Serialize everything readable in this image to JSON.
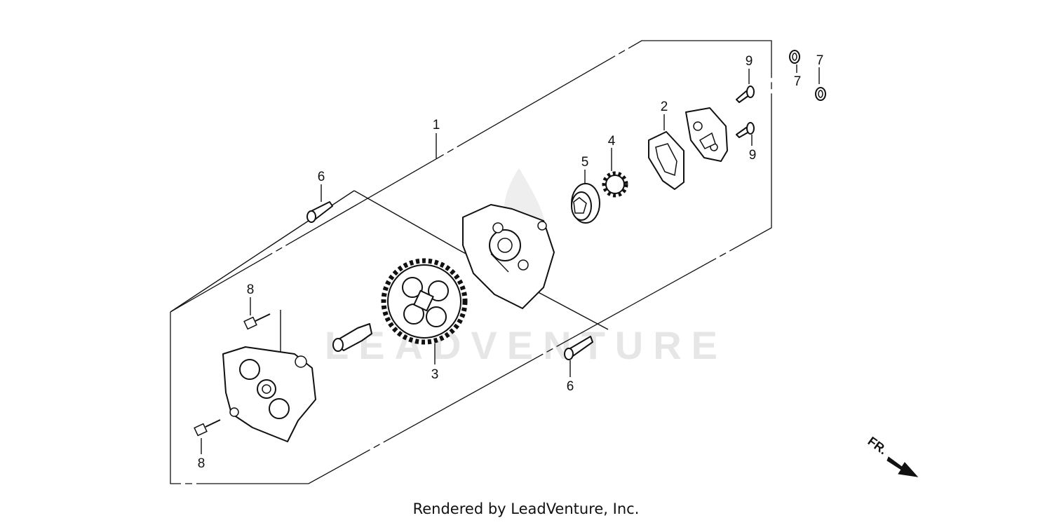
{
  "watermark": {
    "text": "LEADVENTURE"
  },
  "callouts": {
    "c1": "1",
    "c2": "2",
    "c3": "3",
    "c4": "4",
    "c5": "5",
    "c6a": "6",
    "c6b": "6",
    "c7a": "7",
    "c7b": "7",
    "c8a": "8",
    "c8b": "8",
    "c9a": "9",
    "c9b": "9"
  },
  "direction": {
    "label": "FR."
  },
  "credit": "Rendered by LeadVenture, Inc."
}
